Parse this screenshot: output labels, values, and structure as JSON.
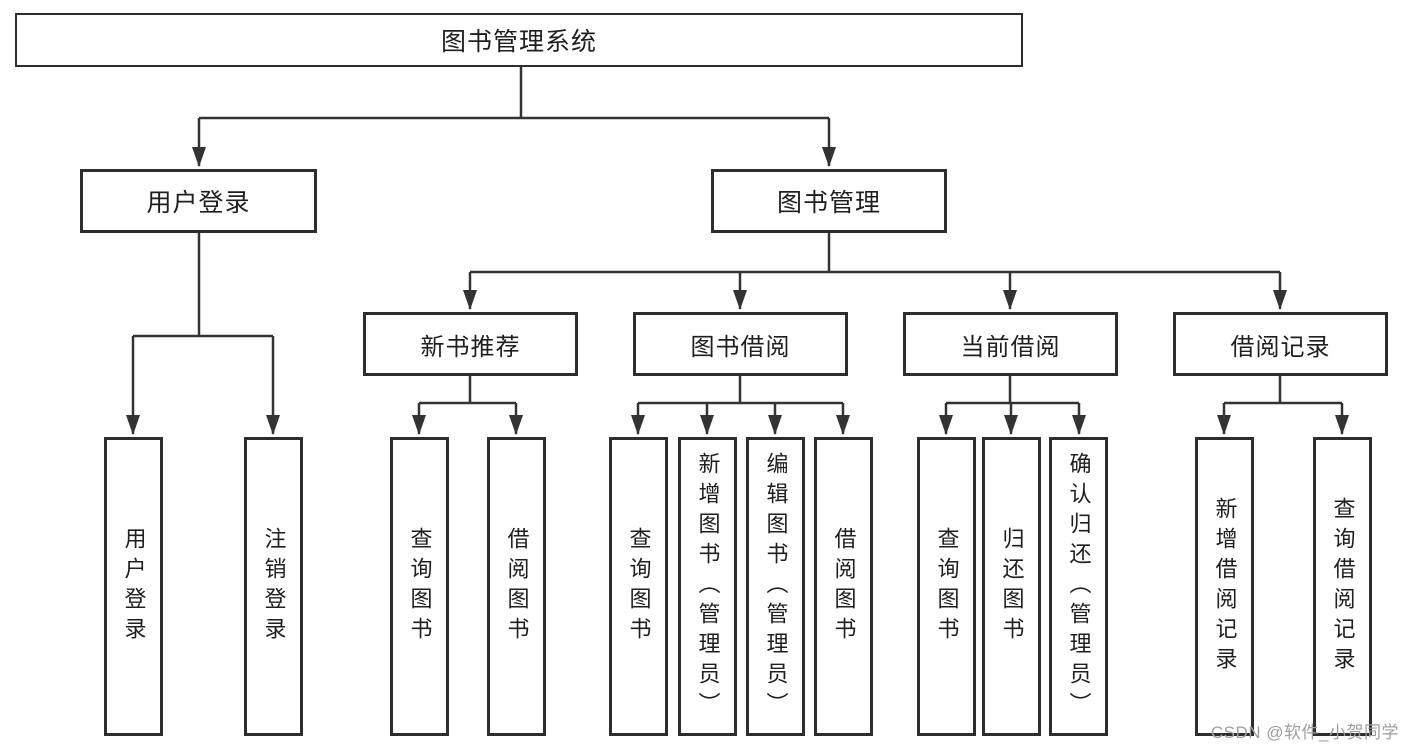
{
  "tree": {
    "root": {
      "label": "图书管理系统"
    },
    "branches": [
      {
        "label": "用户登录",
        "children": [
          {
            "label": "用户登录"
          },
          {
            "label": "注销登录"
          }
        ]
      },
      {
        "label": "图书管理",
        "children": [
          {
            "label": "新书推荐",
            "children": [
              {
                "label": "查询图书"
              },
              {
                "label": "借阅图书"
              }
            ]
          },
          {
            "label": "图书借阅",
            "children": [
              {
                "label": "查询图书"
              },
              {
                "label": "新增图书（管理员）"
              },
              {
                "label": "编辑图书（管理员）"
              },
              {
                "label": "借阅图书"
              }
            ]
          },
          {
            "label": "当前借阅",
            "children": [
              {
                "label": "查询图书"
              },
              {
                "label": "归还图书"
              },
              {
                "label": "确认归还（管理员）"
              }
            ]
          },
          {
            "label": "借阅记录",
            "children": [
              {
                "label": "新增借阅记录"
              },
              {
                "label": "查询借阅记录"
              }
            ]
          }
        ]
      }
    ]
  },
  "watermark": {
    "text": "CSDN @软件_小贺同学"
  },
  "colors": {
    "line": "#333333",
    "box_border": "#2d2d2d",
    "text": "#1f1f1f",
    "watermark": "#9e9e9e",
    "background": "#ffffff"
  }
}
